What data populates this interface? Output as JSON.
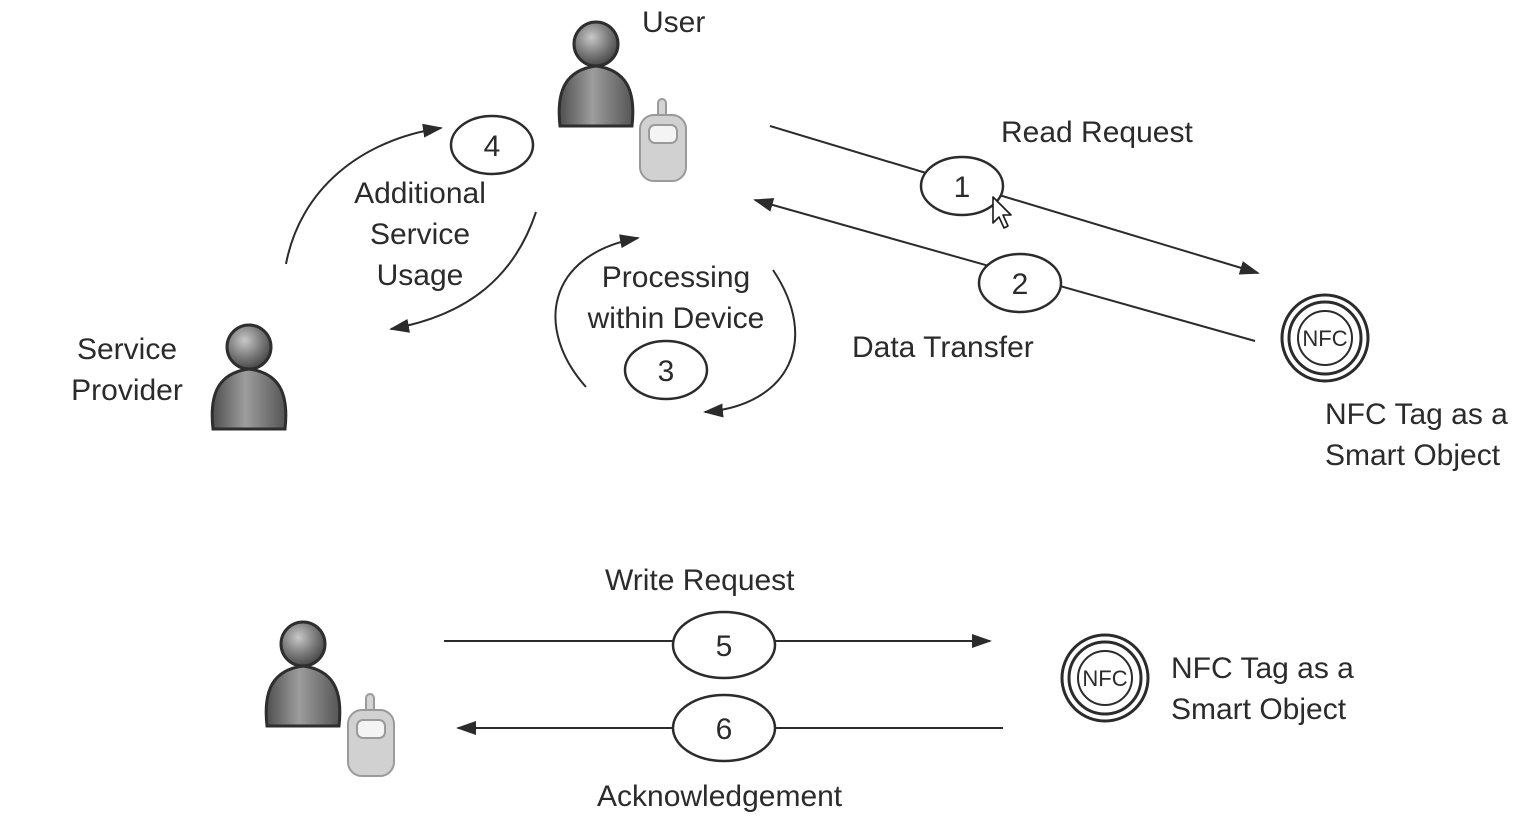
{
  "labels": {
    "user": "User",
    "read_request": "Read Request",
    "data_transfer": "Data Transfer",
    "additional_service_usage": [
      "Additional",
      "Service",
      "Usage"
    ],
    "processing_within_device": [
      "Processing",
      "within Device"
    ],
    "service_provider": [
      "Service",
      "Provider"
    ],
    "nfc_tag_top": [
      "NFC Tag as a",
      "Smart Object"
    ],
    "write_request": "Write Request",
    "acknowledgement": "Acknowledgement",
    "nfc_tag_bottom": [
      "NFC Tag as a",
      "Smart Object"
    ]
  },
  "steps": {
    "s1": "1",
    "s2": "2",
    "s3": "3",
    "s4": "4",
    "s5": "5",
    "s6": "6"
  },
  "nfc_badge": "NFC",
  "icons": {
    "person": "person-icon",
    "phone": "phone-icon",
    "nfc": "nfc-tag-icon",
    "cursor": "cursor-icon"
  },
  "colors": {
    "line": "#2b2b2b",
    "person_dark": "#555555",
    "person_light": "#a8a8a8",
    "phone": "#c9c9c9"
  }
}
